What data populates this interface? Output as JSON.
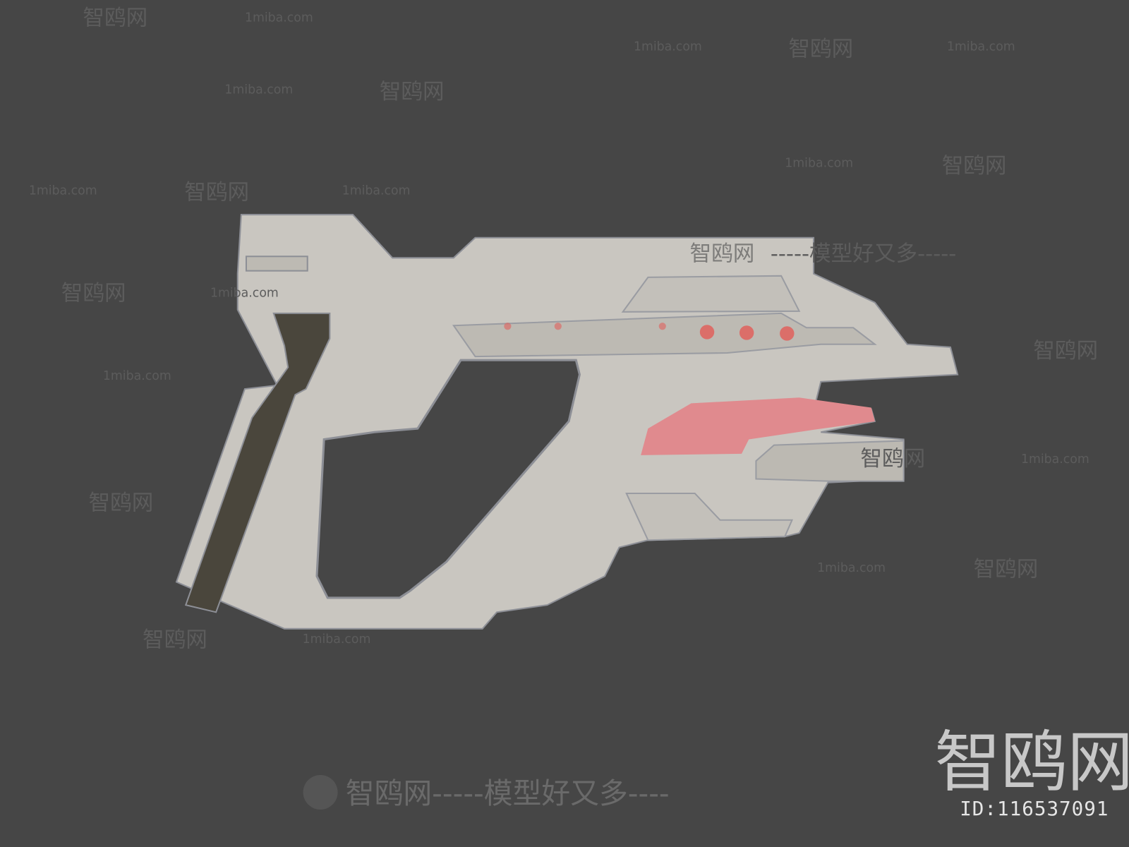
{
  "colors": {
    "background": "#464646",
    "body": "#c9c6c0",
    "grip": "#4a463c",
    "accent_pink": "#e08a8e",
    "led": "#e0605c"
  },
  "watermarks": {
    "brand": "智鸥网",
    "site": "1miba.com",
    "slogan_line": "智鸥网-----模型好又多----",
    "mid_slogan": "-----模型好又多-----"
  },
  "logo": {
    "text": "智鸥网",
    "id_label": "ID:116537091"
  }
}
